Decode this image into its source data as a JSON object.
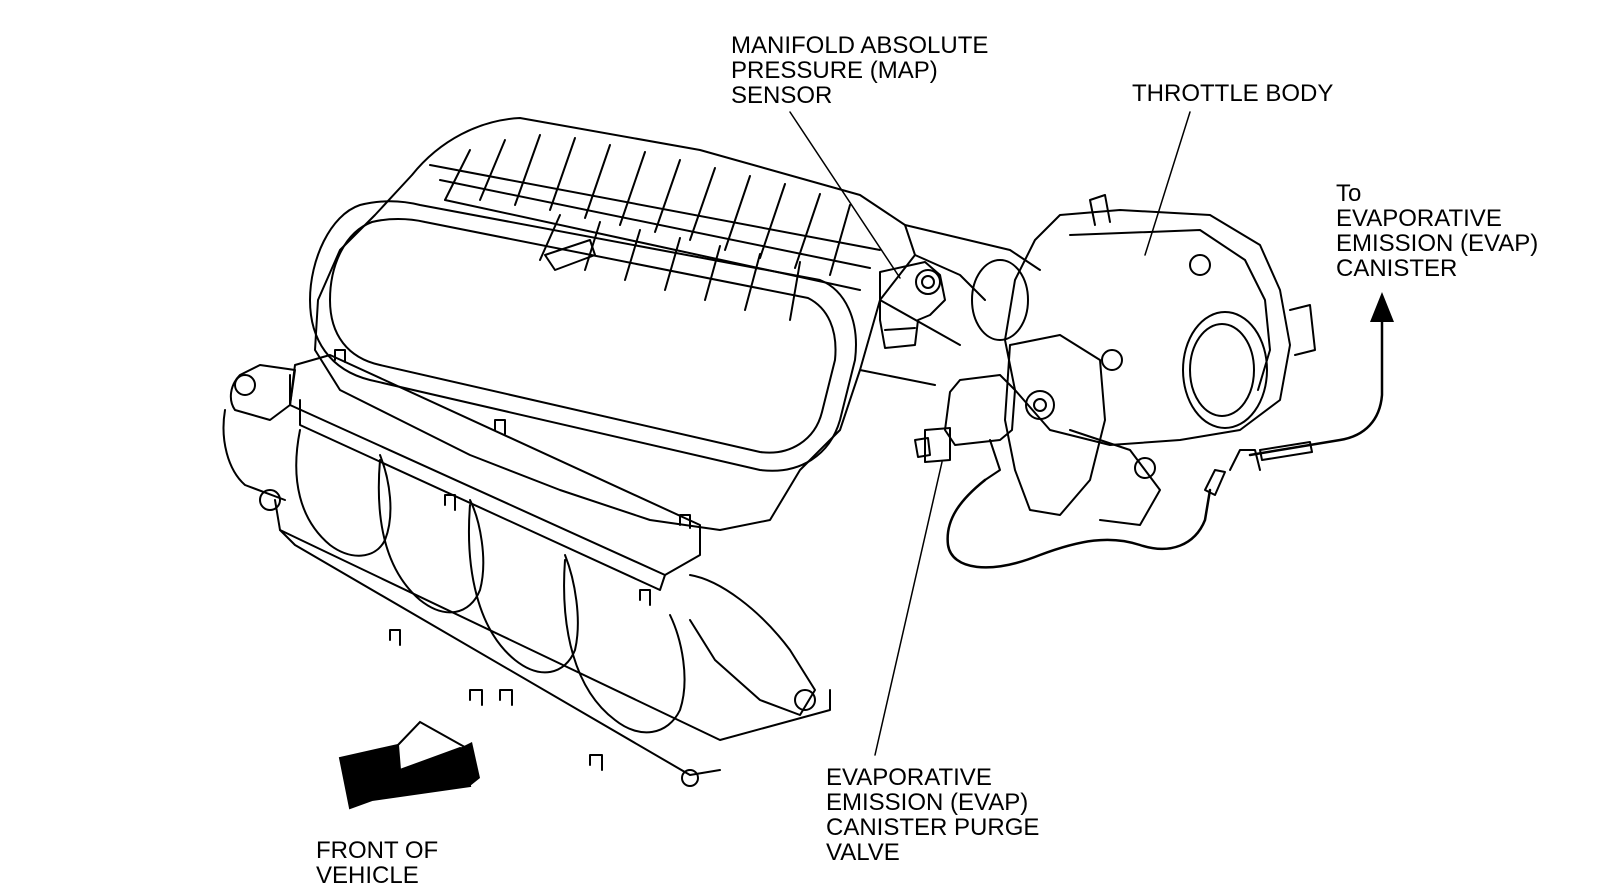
{
  "labels": {
    "map_sensor": [
      "MANIFOLD ABSOLUTE",
      "PRESSURE (MAP)",
      "SENSOR"
    ],
    "throttle_body": [
      "THROTTLE BODY"
    ],
    "evap_canister": [
      "To",
      "EVAPORATIVE",
      "EMISSION (EVAP)",
      "CANISTER"
    ],
    "evap_purge_valve": [
      "EVAPORATIVE",
      "EMISSION (EVAP)",
      "CANISTER PURGE",
      "VALVE"
    ],
    "front_of_vehicle": [
      "FRONT OF",
      "VEHICLE"
    ]
  },
  "colors": {
    "line": "#000000",
    "background": "#ffffff"
  }
}
